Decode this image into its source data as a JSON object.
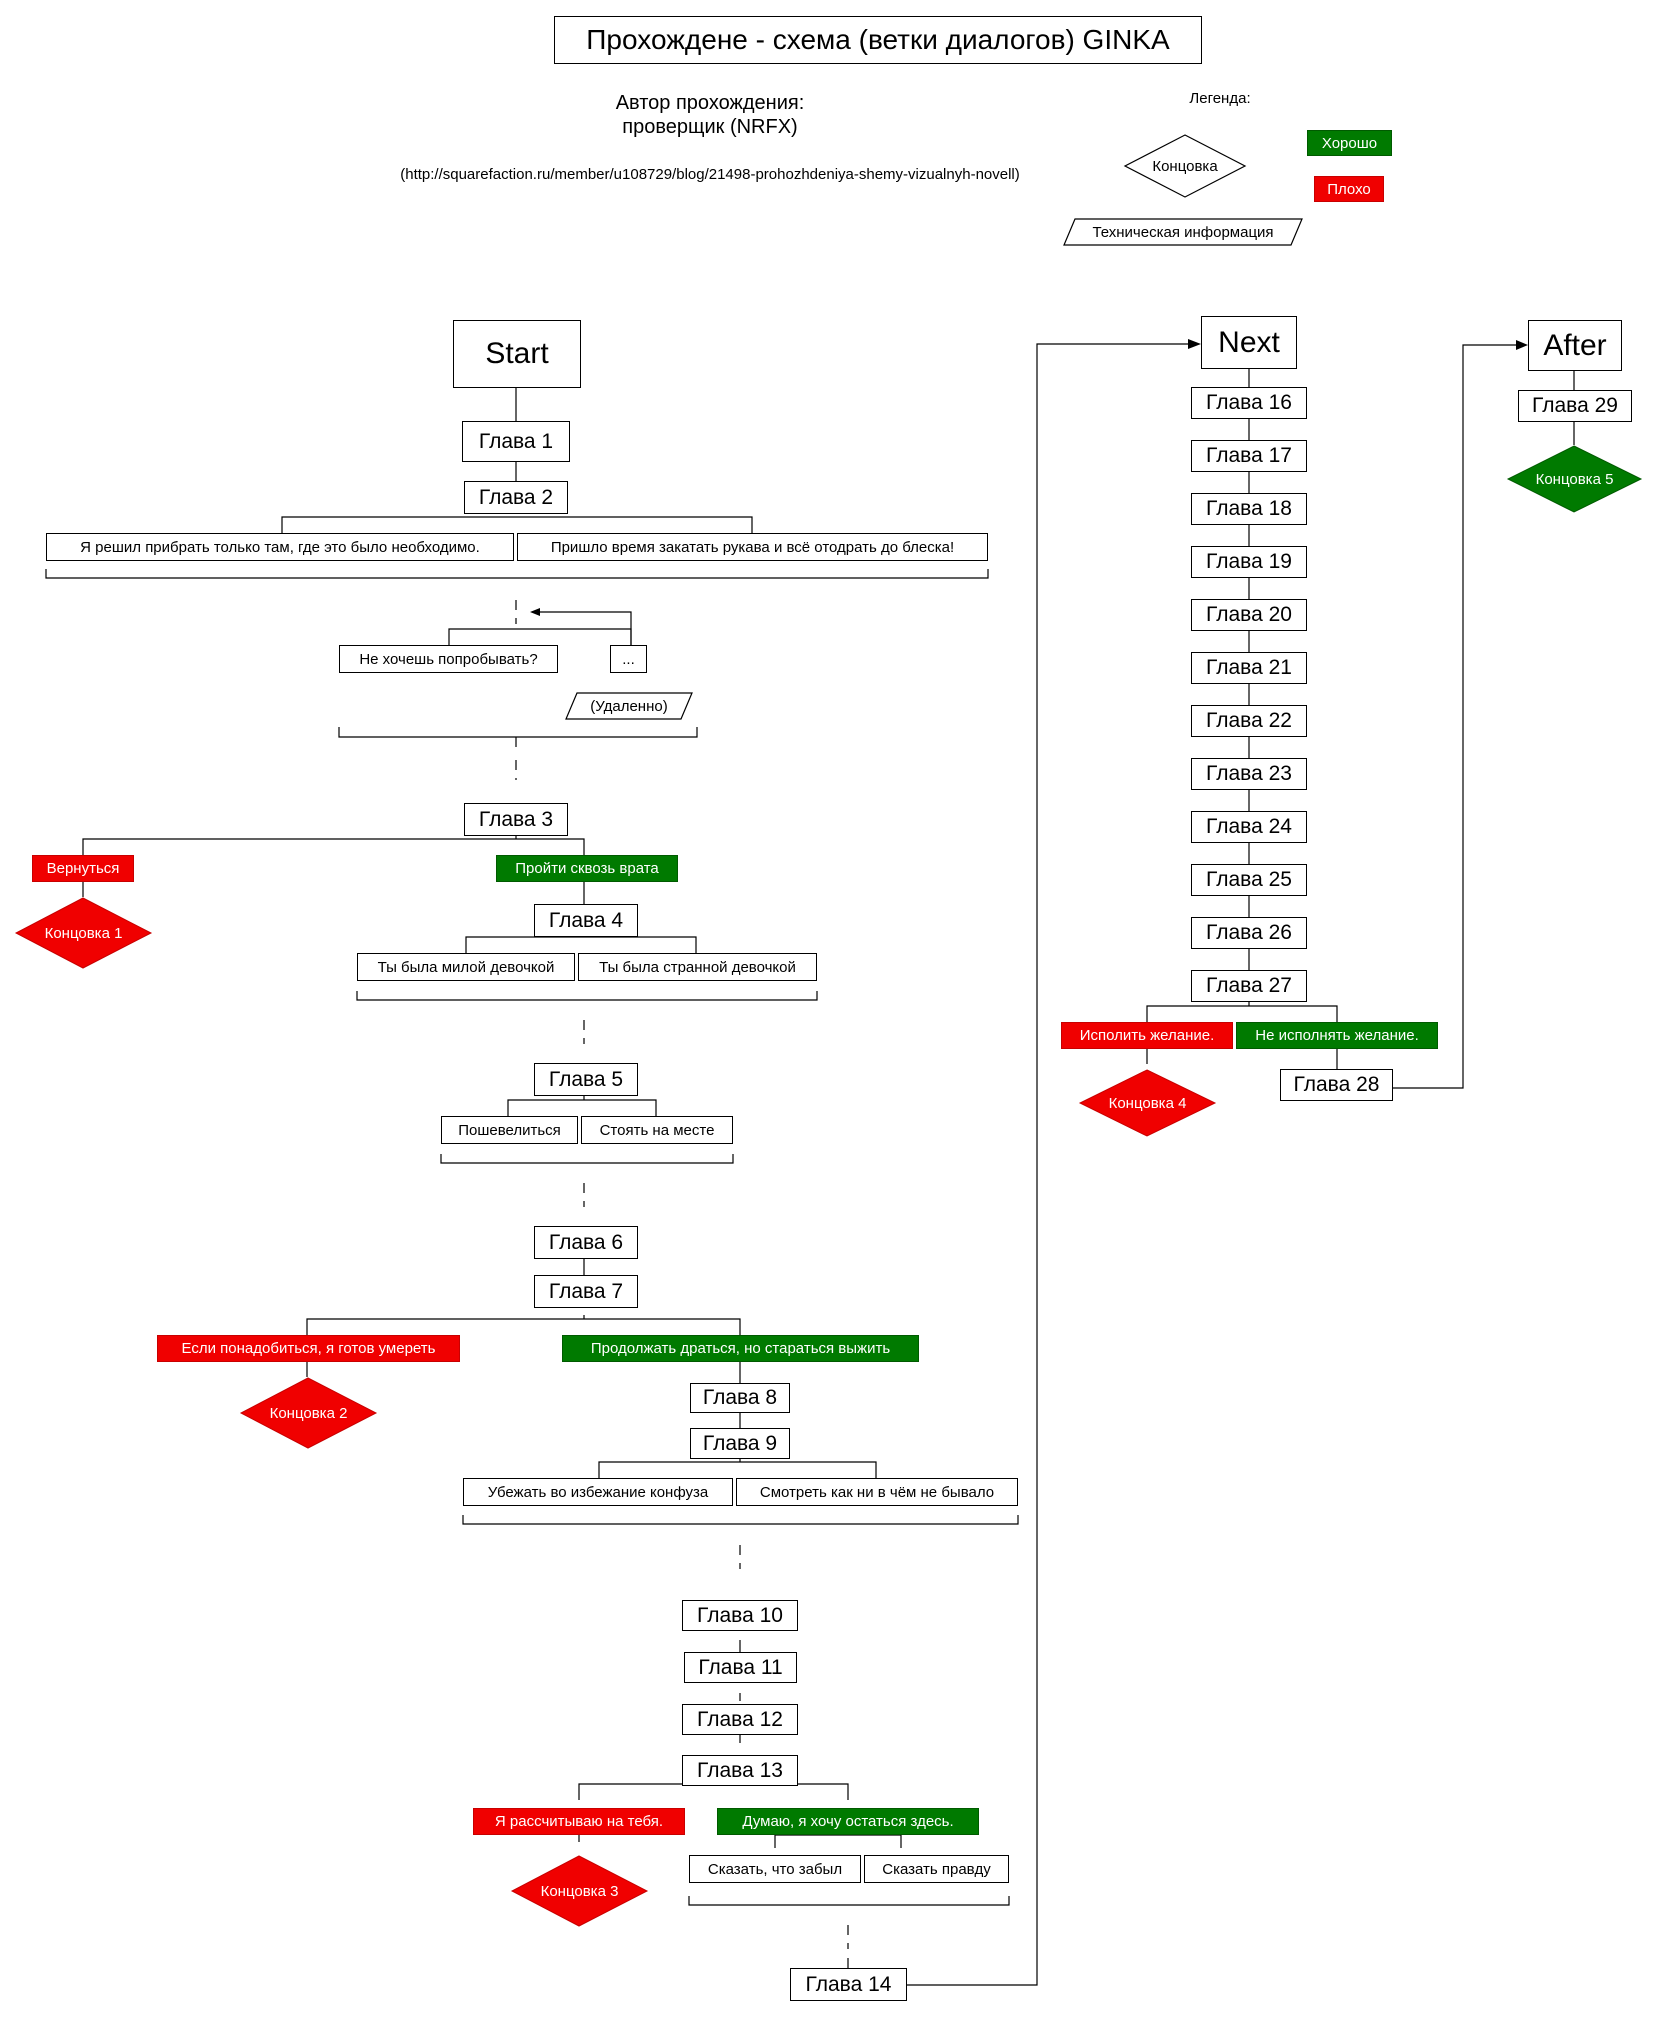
{
  "title": "Прохождене - схема (ветки диалогов) GINKA",
  "author": {
    "line1": "Автор прохождения:",
    "line2": "проверщик (NRFX)",
    "url": "(http://squarefaction.ru/member/u108729/blog/21498-prohozhdeniya-shemy-vizualnyh-novell)"
  },
  "legend": {
    "title": "Легенда:",
    "ending": "Концовка",
    "good": "Хорошо",
    "bad": "Плохо",
    "tech": "Техническая информация"
  },
  "colors": {
    "good": "#007a00",
    "bad": "#f00000",
    "line": "#000000"
  },
  "columns": {
    "start": "Start",
    "next": "Next",
    "after": "After"
  },
  "chapters": {
    "c1": "Глава 1",
    "c2": "Глава 2",
    "c3": "Глава 3",
    "c4": "Глава 4",
    "c5": "Глава 5",
    "c6": "Глава 6",
    "c7": "Глава 7",
    "c8": "Глава 8",
    "c9": "Глава 9",
    "c10": "Глава 10",
    "c11": "Глава 11",
    "c12": "Глава 12",
    "c13": "Глава 13",
    "c14": "Глава 14",
    "c16": "Глава 16",
    "c17": "Глава 17",
    "c18": "Глава 18",
    "c19": "Глава 19",
    "c20": "Глава 20",
    "c21": "Глава 21",
    "c22": "Глава 22",
    "c23": "Глава 23",
    "c24": "Глава 24",
    "c25": "Глава 25",
    "c26": "Глава 26",
    "c27": "Глава 27",
    "c28": "Глава 28",
    "c29": "Глава 29"
  },
  "choices": {
    "ch2_a": "Я решил прибрать только там, где это было необходимо.",
    "ch2_b": "Пришло время закатать рукава и всё отодрать до блеска!",
    "ch2_c": "Не хочешь попробывать?",
    "ch2_d": "...",
    "ch2_removed": "(Удаленно)",
    "ch3_bad": "Вернуться",
    "ch3_good": "Пройти сквозь врата",
    "ch4_a": "Ты была милой девочкой",
    "ch4_b": "Ты была странной девочкой",
    "ch5_a": "Пошевелиться",
    "ch5_b": "Стоять на месте",
    "ch7_bad": "Если понадобиться, я готов умереть",
    "ch7_good": "Продолжать драться, но стараться выжить",
    "ch9_a": "Убежать во избежание конфуза",
    "ch9_b": "Смотреть как ни в чём не бывало",
    "ch13_bad": "Я рассчитываю на тебя.",
    "ch13_good": "Думаю, я хочу остаться здесь.",
    "ch13_a": "Сказать, что забыл",
    "ch13_b": "Сказать правду",
    "ch27_bad": "Исполить желание.",
    "ch27_good": "Не исполнять желание."
  },
  "endings": {
    "e1": "Концовка 1",
    "e2": "Концовка 2",
    "e3": "Концовка 3",
    "e4": "Концовка 4",
    "e5": "Концовка 5"
  }
}
